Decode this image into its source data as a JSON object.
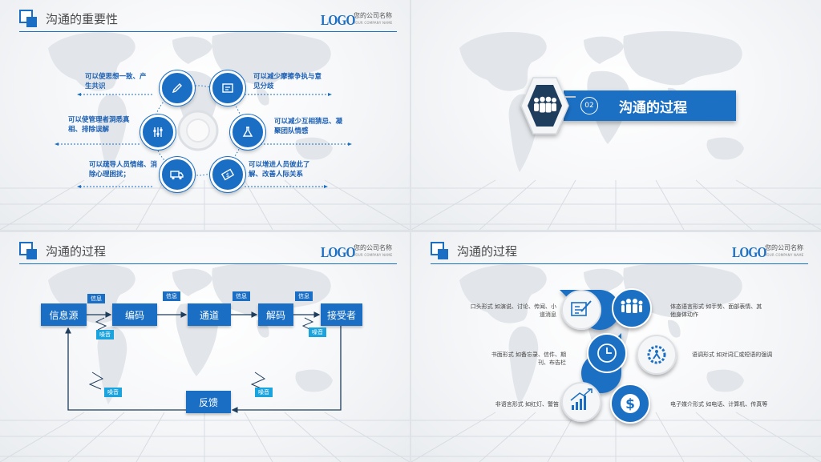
{
  "brand": {
    "logo": "LOGO",
    "company": "您的公司名称",
    "company_sub": "YOUR COMPANY NAME"
  },
  "slide1": {
    "title": "沟通的重要性",
    "benefits": [
      "可以使思想一致、产生共识",
      "可以使管理者洞悉真相、排除误解",
      "可以疏导人员情绪、消除心理困扰；",
      "可以减少摩擦争执与意见分歧",
      "可以减少互相猜忌、凝聚团队情感",
      "可以增进人员彼此了解、改善人际关系"
    ],
    "icons": [
      "pencil-icon",
      "document-icon",
      "equalizer-icon",
      "flask-icon",
      "truck-icon",
      "money-icon"
    ]
  },
  "slide2": {
    "number": "02",
    "title": "沟通的过程",
    "icon": "people-icon"
  },
  "slide3": {
    "title": "沟通的过程",
    "nodes": [
      "信息源",
      "编码",
      "通道",
      "解码",
      "接受者",
      "反馈"
    ],
    "info_label": "信息",
    "noise_label": "噪音"
  },
  "slide4": {
    "title": "沟通的过程",
    "items": [
      "口头形式 如演说、讨论、传闻、小道消息",
      "书面形式 如备忘录、信件、期刊、布告栏",
      "非语言形式 如红灯、警笛",
      "体态语言形式 如手势、面部表情、其他身体动作",
      "语调形式 如对词汇或短语的强调",
      "电子媒介形式 如电话、计算机、传真等"
    ],
    "icons": [
      "edit-icon",
      "clock-icon",
      "chart-icon",
      "people-icon",
      "gear-person-icon",
      "dollar-icon"
    ]
  },
  "colors": {
    "primary": "#1a6fc4",
    "accent": "#1aa3dd",
    "dark": "#1f3d5c"
  }
}
